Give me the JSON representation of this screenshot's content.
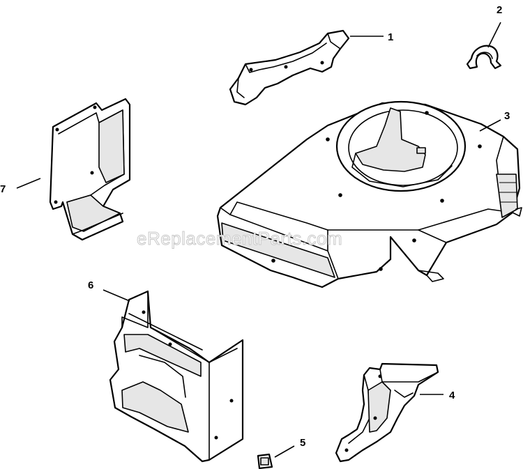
{
  "watermark": "eReplacementParts.com",
  "callouts": [
    {
      "id": "1",
      "label": "1"
    },
    {
      "id": "2",
      "label": "2"
    },
    {
      "id": "3",
      "label": "3"
    },
    {
      "id": "4",
      "label": "4"
    },
    {
      "id": "5",
      "label": "5"
    },
    {
      "id": "6",
      "label": "6"
    },
    {
      "id": "7",
      "label": "7"
    }
  ],
  "colors": {
    "line": "#000000",
    "background": "#ffffff",
    "shade": "#e6e6e6",
    "watermark": "#c8c8c8"
  }
}
